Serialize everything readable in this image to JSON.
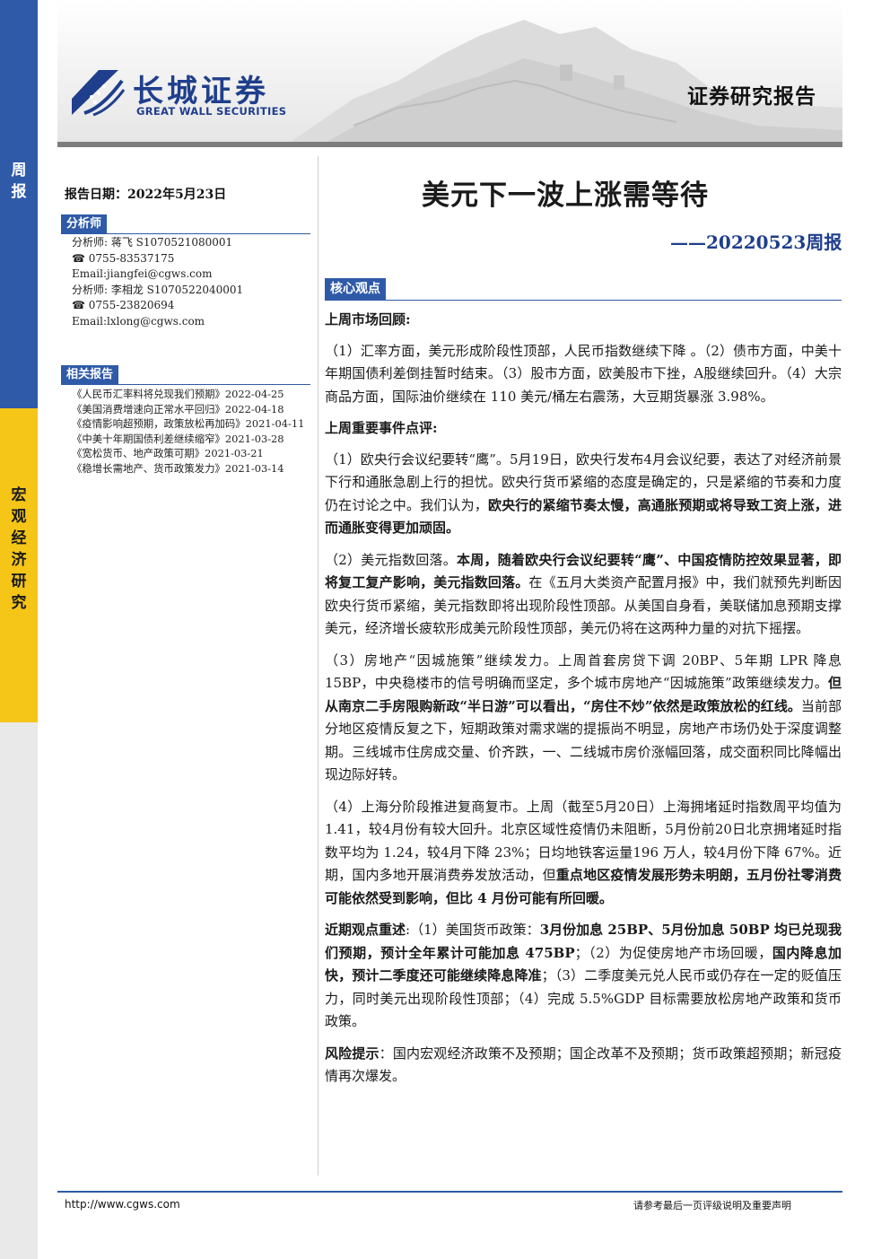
{
  "sidebar": {
    "top_label": "周\n报",
    "mid_label": "宏\n观\n经\n济\n研\n究"
  },
  "header": {
    "logo_cn": "长城证券",
    "logo_en": "GREAT WALL SECURITIES",
    "report_type": "证券研究报告"
  },
  "meta": {
    "report_date": "报告日期：2022年5月23日"
  },
  "analysts": {
    "heading": "分析师",
    "lines": [
      "分析师: 蒋飞 S1070521080001",
      "☎ 0755-83537175",
      "Email:jiangfei@cgws.com",
      "分析师: 李相龙 S1070522040001",
      "☎ 0755-23820694",
      "Email:lxlong@cgws.com"
    ]
  },
  "related": {
    "heading": "相关报告",
    "items": [
      "《人民币汇率料将兑现我们预期》2022-04-25",
      "《美国消费增速向正常水平回归》2022-04-18",
      "《疫情影响超预期，政策放松再加码》2021-04-11",
      "《中美十年期国债利差继续缩窄》2021-03-28",
      "《宽松货币、地产政策可期》2021-03-21",
      "《稳增长需地产、货币政策发力》2021-03-14"
    ]
  },
  "title": "美元下一波上涨需等待",
  "subtitle": "——20220523周报",
  "core": {
    "heading": "核心观点",
    "review_heading": "上周市场回顾:",
    "review_text": "（1）汇率方面，美元形成阶段性顶部，人民币指数继续下降 。（2）债市方面，中美十年期国债利差倒挂暂时结束。（3）股市方面，欧美股市下挫，A股继续回升。（4）大宗商品方面，国际油价继续在 110 美元/桶左右震荡，大豆期货暴涨 3.98%。",
    "events_heading": "上周重要事件点评:",
    "p1_a": "（1）欧央行会议纪要转“鹰”。5月19日，欧央行发布4月会议纪要，表达了对经济前景下行和通胀急剧上行的担忧。欧央行货币紧缩的态度是确定的，只是紧缩的节奏和力度仍在讨论之中。我们认为，",
    "p1_b": "欧央行的紧缩节奏太慢，高通胀预期或将导致工资上涨，进而通胀变得更加顽固。",
    "p2_a": "（2）美元指数回落。",
    "p2_b": "本周，随着欧央行会议纪要转“鹰”、中国疫情防控效果显著，即将复工复产影响，美元指数回落。",
    "p2_c": "在《五月大类资产配置月报》中，我们就预先判断因欧央行货币紧缩，美元指数即将出现阶段性顶部。从美国自身看，美联储加息预期支撑美元，经济增长疲软形成美元阶段性顶部，美元仍将在这两种力量的对抗下摇摆。",
    "p3_a": "（3）房地产“因城施策”继续发力。上周首套房贷下调 20BP、5年期 LPR 降息 15BP，中央稳楼市的信号明确而坚定，多个城市房地产“因城施策”政策继续发力。",
    "p3_b": "但从南京二手房限购新政“半日游”可以看出，“房住不炒”依然是政策放松的红线。",
    "p3_c": "当前部分地区疫情反复之下，短期政策对需求端的提振尚不明显，房地产市场仍处于深度调整期。三线城市住房成交量、价齐跌，一、二线城市房价涨幅回落，成交面积同比降幅出现边际好转。",
    "p4_a": "（4）上海分阶段推进复商复市。上周（截至5月20日）上海拥堵延时指数周平均值为 1.41，较4月份有较大回升。北京区域性疫情仍未阻断，5月份前20日北京拥堵延时指数平均为 1.24，较4月下降 23%；日均地铁客运量196 万人，较4月份下降 67%。近期，国内多地开展消费券发放活动，但",
    "p4_b": "重点地区疫情发展形势未明朗，五月份社零消费可能依然受到影响，但比 4 月份可能有所回暖。",
    "recent_label": "近期观点重述",
    "recent_a": ":（1）美国货币政策：",
    "recent_b": "3月份加息 25BP、5月份加息 50BP 均已兑现我们预期，预计全年累计可能加息 475BP",
    "recent_c": "；（2）为促使房地产市场回暖，",
    "recent_d": "国内降息加快，预计二季度还可能继续降息降准",
    "recent_e": "；（3）二季度美元兑人民币或仍存在一定的贬值压力，同时美元出现阶段性顶部；（4）完成 5.5%GDP 目标需要放松房地产政策和货币政策。",
    "risk_label": "风险提示",
    "risk_text": "：国内宏观经济政策不及预期；国企改革不及预期；货币政策超预期；新冠疫情再次爆发。"
  },
  "footer": {
    "url": "http://www.cgws.com",
    "note": "请参考最后一页评级说明及重要声明"
  },
  "colors": {
    "brand_blue": "#2f5aa8",
    "accent_yellow": "#f5c518"
  }
}
